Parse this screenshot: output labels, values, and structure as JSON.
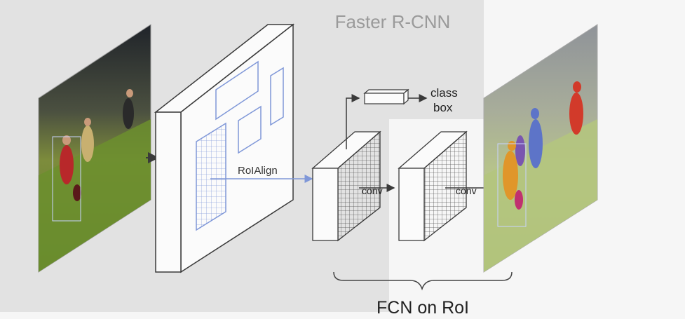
{
  "diagram": {
    "title": "Faster R-CNN",
    "roi_align_label": "RoIAlign",
    "conv_label_1": "conv",
    "conv_label_2": "conv",
    "head_outputs": [
      "class",
      "box"
    ],
    "bottom_label": "FCN on RoI"
  },
  "colors": {
    "gray_region": "#e2e2e2",
    "page_background": "#f6f6f6",
    "title_text": "#9a9a9a",
    "line": "#3a3a3a",
    "roi_blue": "#7f97d8",
    "mask_red": "#d23a2a",
    "mask_blue": "#5d74c8",
    "mask_orange": "#e0962a",
    "mask_purple": "#7a56b0"
  },
  "icons": [
    "input-photo",
    "feature-map",
    "roi-grid",
    "conv-block",
    "output-photo",
    "brace"
  ]
}
